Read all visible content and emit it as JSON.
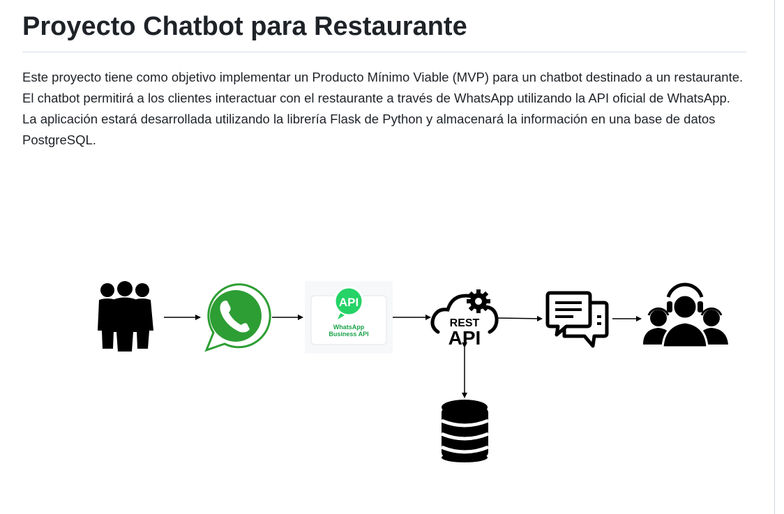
{
  "document": {
    "title": "Proyecto Chatbot para Restaurante",
    "intro": "Este proyecto tiene como objetivo implementar un Producto Mínimo Viable (MVP) para un chatbot destinado a un restaurante. El chatbot permitirá a los clientes interactuar con el restaurante a través de WhatsApp utilizando la API oficial de WhatsApp. La aplicación estará desarrollada utilizando la librería Flask de Python y almacenará la información en una base de datos PostgreSQL."
  },
  "diagram": {
    "api_badge": "API",
    "api_caption_line1": "WhatsApp",
    "api_caption_line2": "Business API",
    "rest_label": "REST",
    "rest_api_label": "API"
  },
  "colors": {
    "whatsapp_green": "#25d366",
    "whatsapp_dark_green": "#2d9e34",
    "icon_black": "#000000",
    "caption_green": "#1aa34a"
  },
  "icons": [
    "people-group-icon",
    "whatsapp-icon",
    "whatsapp-business-api-icon",
    "rest-api-cloud-icon",
    "chat-messages-icon",
    "support-agents-icon",
    "database-icon"
  ]
}
